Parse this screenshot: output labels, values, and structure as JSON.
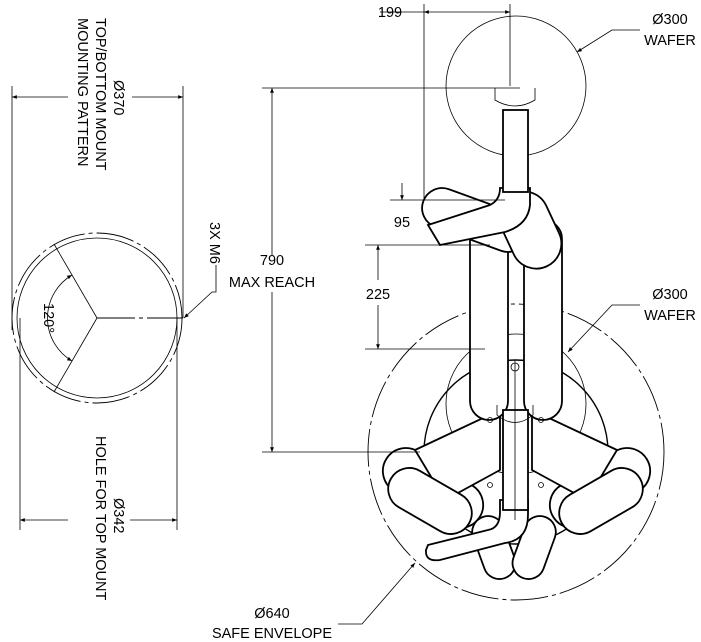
{
  "mounting_view": {
    "diameter_370": "Ø370",
    "mount_line1": "TOP/BOTTOM MOUNT",
    "mount_line2": "MOUNTING PATTERN",
    "angle": "120°",
    "holes": "3X M6",
    "diameter_342": "Ø342",
    "hole_label": "HOLE FOR TOP MOUNT"
  },
  "robot_view": {
    "reach_value": "790",
    "reach_label": "MAX REACH",
    "offset_199": "199",
    "dim_95": "95",
    "dim_225": "225",
    "wafer_top_diameter": "Ø300",
    "wafer_top_label": "WAFER",
    "wafer_bottom_diameter": "Ø300",
    "wafer_bottom_label": "WAFER",
    "envelope_diameter": "Ø640",
    "envelope_label": "SAFE ENVELOPE"
  }
}
